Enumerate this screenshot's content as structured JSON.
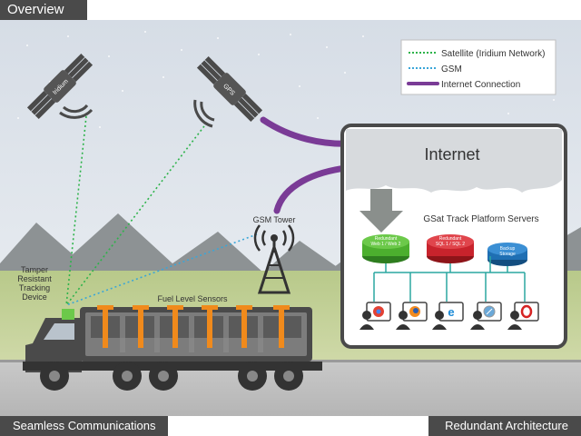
{
  "header": {
    "title": "Overview"
  },
  "footer": {
    "left": "Seamless Communications",
    "right": "Redundant Architecture"
  },
  "legend": {
    "satellite": "Satellite (Iridium Network)",
    "gsm": "GSM",
    "internet": "Internet Connection"
  },
  "satellites": {
    "iridium": "Iridium",
    "gps": "GPS"
  },
  "internet": {
    "label": "Internet"
  },
  "servers": {
    "title": "GSat Track Platform Servers",
    "web": [
      "Redundant",
      "Web 1 / Web 2"
    ],
    "sql": [
      "Redundant",
      "SQL 1 / SQL 2"
    ],
    "backup": [
      "Backup",
      "Storage"
    ]
  },
  "tower": {
    "label": "GSM Tower"
  },
  "device": {
    "label": [
      "Tamper",
      "Resistant",
      "Tracking",
      "Device"
    ]
  },
  "sensors": {
    "label": "Fuel Level Sensors"
  },
  "colors": {
    "satellite_line": "#2db34a",
    "gsm_line": "#3aa6d8",
    "internet_line": "#7a3b96",
    "web": "#4caf2e",
    "sql": "#c8232c",
    "backup": "#1f6fb3",
    "sensor": "#f08a1c",
    "dark": "#4a4a4a"
  },
  "clients": [
    "chrome-icon",
    "firefox-icon",
    "ie-icon",
    "safari-icon",
    "opera-icon"
  ]
}
